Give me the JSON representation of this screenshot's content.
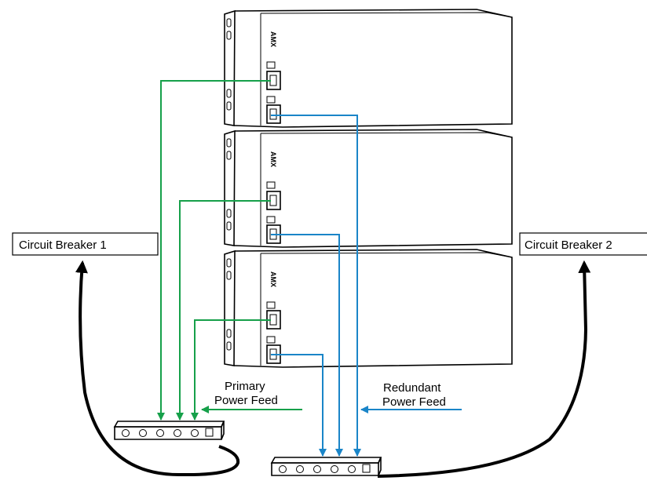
{
  "labels": {
    "breaker_left": "Circuit Breaker 1",
    "breaker_right": "Circuit Breaker 2",
    "primary_line1": "Primary",
    "primary_line2": "Power Feed",
    "redundant_line1": "Redundant",
    "redundant_line2": "Power Feed"
  },
  "chassis_logo": "AMX",
  "colors": {
    "primary_feed": "#16a04a",
    "redundant_feed": "#1a85c8",
    "cable": "#000000"
  }
}
